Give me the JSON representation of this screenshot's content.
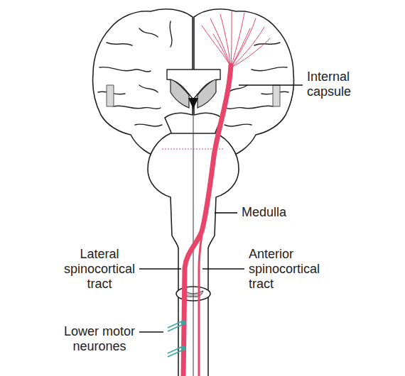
{
  "diagram": {
    "labels": [
      "Internal capsule",
      "Medulla",
      "Lateral spinocortical tract",
      "Anterior spinocortical tract",
      "Lower motor neurones"
    ]
  }
}
